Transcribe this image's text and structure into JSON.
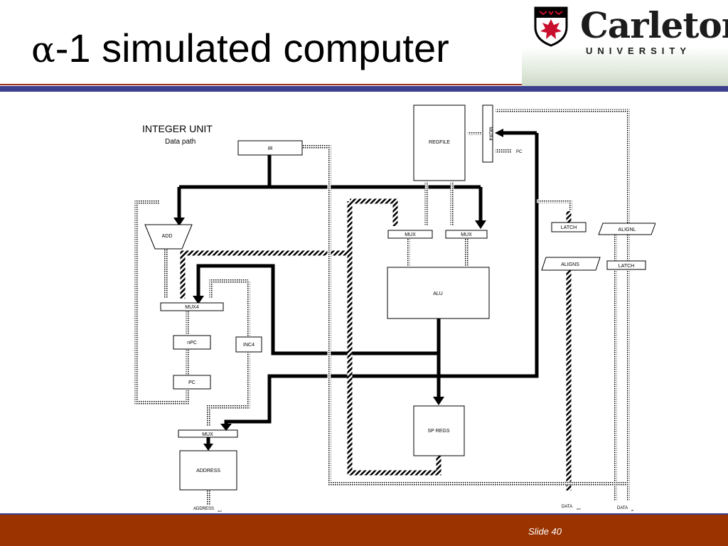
{
  "slide": {
    "title_symbol": "α",
    "title_text": "-1 simulated computer",
    "logo_word": "Carleton",
    "logo_sub": "UNIVERSITY",
    "slide_number": "Slide 40"
  },
  "diagram": {
    "heading": "INTEGER UNIT",
    "subheading": "Data path",
    "blocks": {
      "ir": "IR",
      "regfile": "REGFILE",
      "mux_regfile": "MUX4",
      "pc_in": "PC",
      "add": "ADD",
      "mux_a": "MUX",
      "mux_b": "MUX",
      "latch_top": "LATCH",
      "alignl": "ALIGNL",
      "aligns": "ALIGNS",
      "latch_bottom": "LATCH",
      "alu": "ALU",
      "mux4": "MUX4",
      "npc": "nPC",
      "inc4": "INC4",
      "pc": "PC",
      "sp_regs": "SP REGS",
      "mux_addr": "MUX",
      "address": "ADDRESS"
    },
    "outputs": {
      "address_out": "ADDRESS",
      "address_sub": "out",
      "data_out": "DATA",
      "data_out_sub": "out",
      "data_in": "DATA",
      "data_in_sub": "in"
    }
  }
}
